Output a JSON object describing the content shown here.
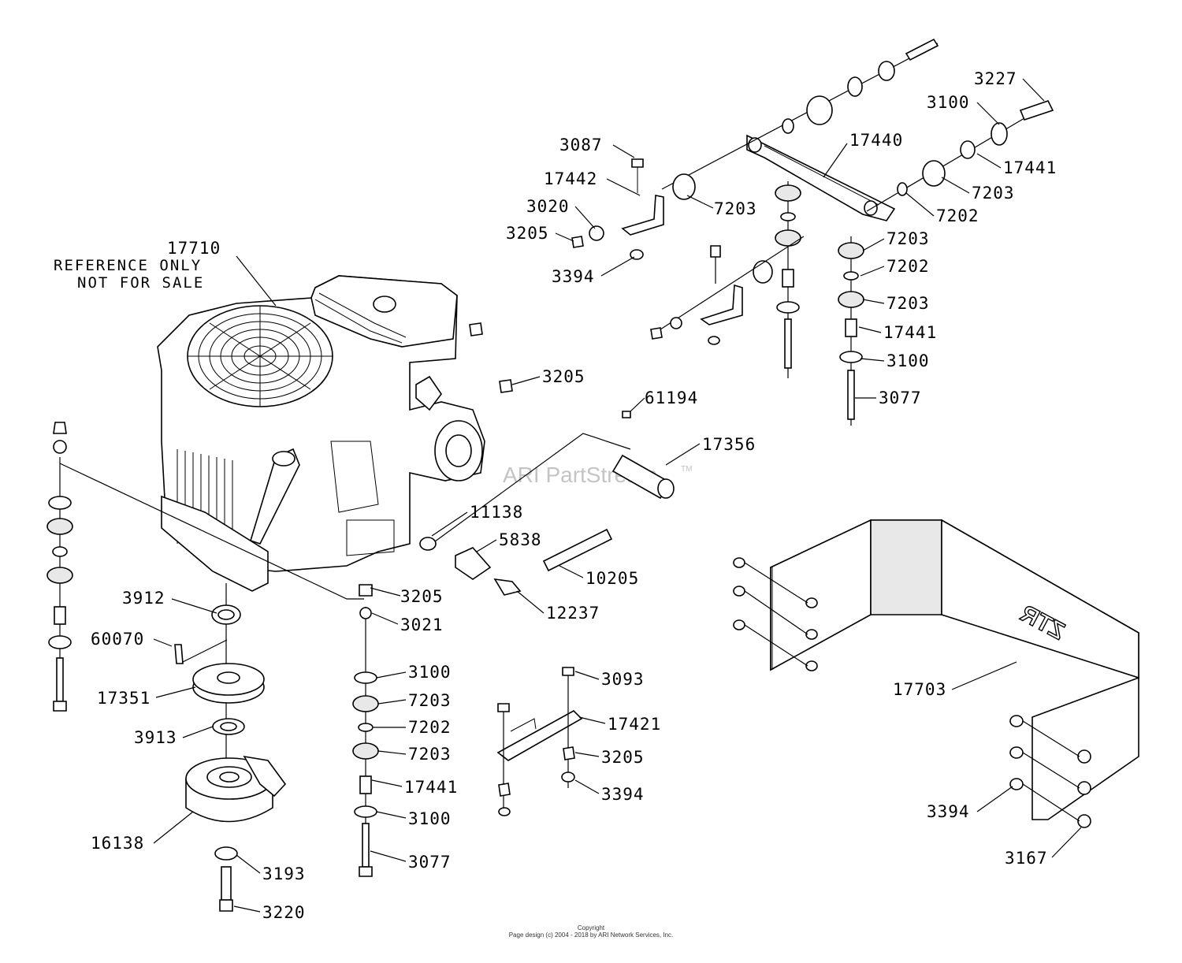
{
  "watermark": {
    "text": "ARI PartStream",
    "tm": "TM"
  },
  "reference": {
    "part": "17710",
    "line1": "REFERENCE ONLY",
    "line2": "NOT FOR SALE"
  },
  "frame_stamp": "ZTR",
  "footer": {
    "line1": "Copyright",
    "line2": "Page design (c) 2004 - 2018 by ARI Network Services, Inc."
  },
  "callouts": [
    {
      "text": "3227"
    },
    {
      "text": "3100"
    },
    {
      "text": "17440"
    },
    {
      "text": "17441"
    },
    {
      "text": "3087"
    },
    {
      "text": "17442"
    },
    {
      "text": "7203"
    },
    {
      "text": "7203"
    },
    {
      "text": "3020"
    },
    {
      "text": "7202"
    },
    {
      "text": "3205"
    },
    {
      "text": "7203"
    },
    {
      "text": "3394"
    },
    {
      "text": "7202"
    },
    {
      "text": "7203"
    },
    {
      "text": "17441"
    },
    {
      "text": "3100"
    },
    {
      "text": "3077"
    },
    {
      "text": "3205"
    },
    {
      "text": "61194"
    },
    {
      "text": "17356"
    },
    {
      "text": "11138"
    },
    {
      "text": "5838"
    },
    {
      "text": "10205"
    },
    {
      "text": "12237"
    },
    {
      "text": "3912"
    },
    {
      "text": "3205"
    },
    {
      "text": "3021"
    },
    {
      "text": "60070"
    },
    {
      "text": "3100"
    },
    {
      "text": "17351"
    },
    {
      "text": "7203"
    },
    {
      "text": "3913"
    },
    {
      "text": "7202"
    },
    {
      "text": "7203"
    },
    {
      "text": "17441"
    },
    {
      "text": "3100"
    },
    {
      "text": "16138"
    },
    {
      "text": "3077"
    },
    {
      "text": "3193"
    },
    {
      "text": "3220"
    },
    {
      "text": "3093"
    },
    {
      "text": "17421"
    },
    {
      "text": "3205"
    },
    {
      "text": "3394"
    },
    {
      "text": "17703"
    },
    {
      "text": "3394"
    },
    {
      "text": "3167"
    }
  ]
}
